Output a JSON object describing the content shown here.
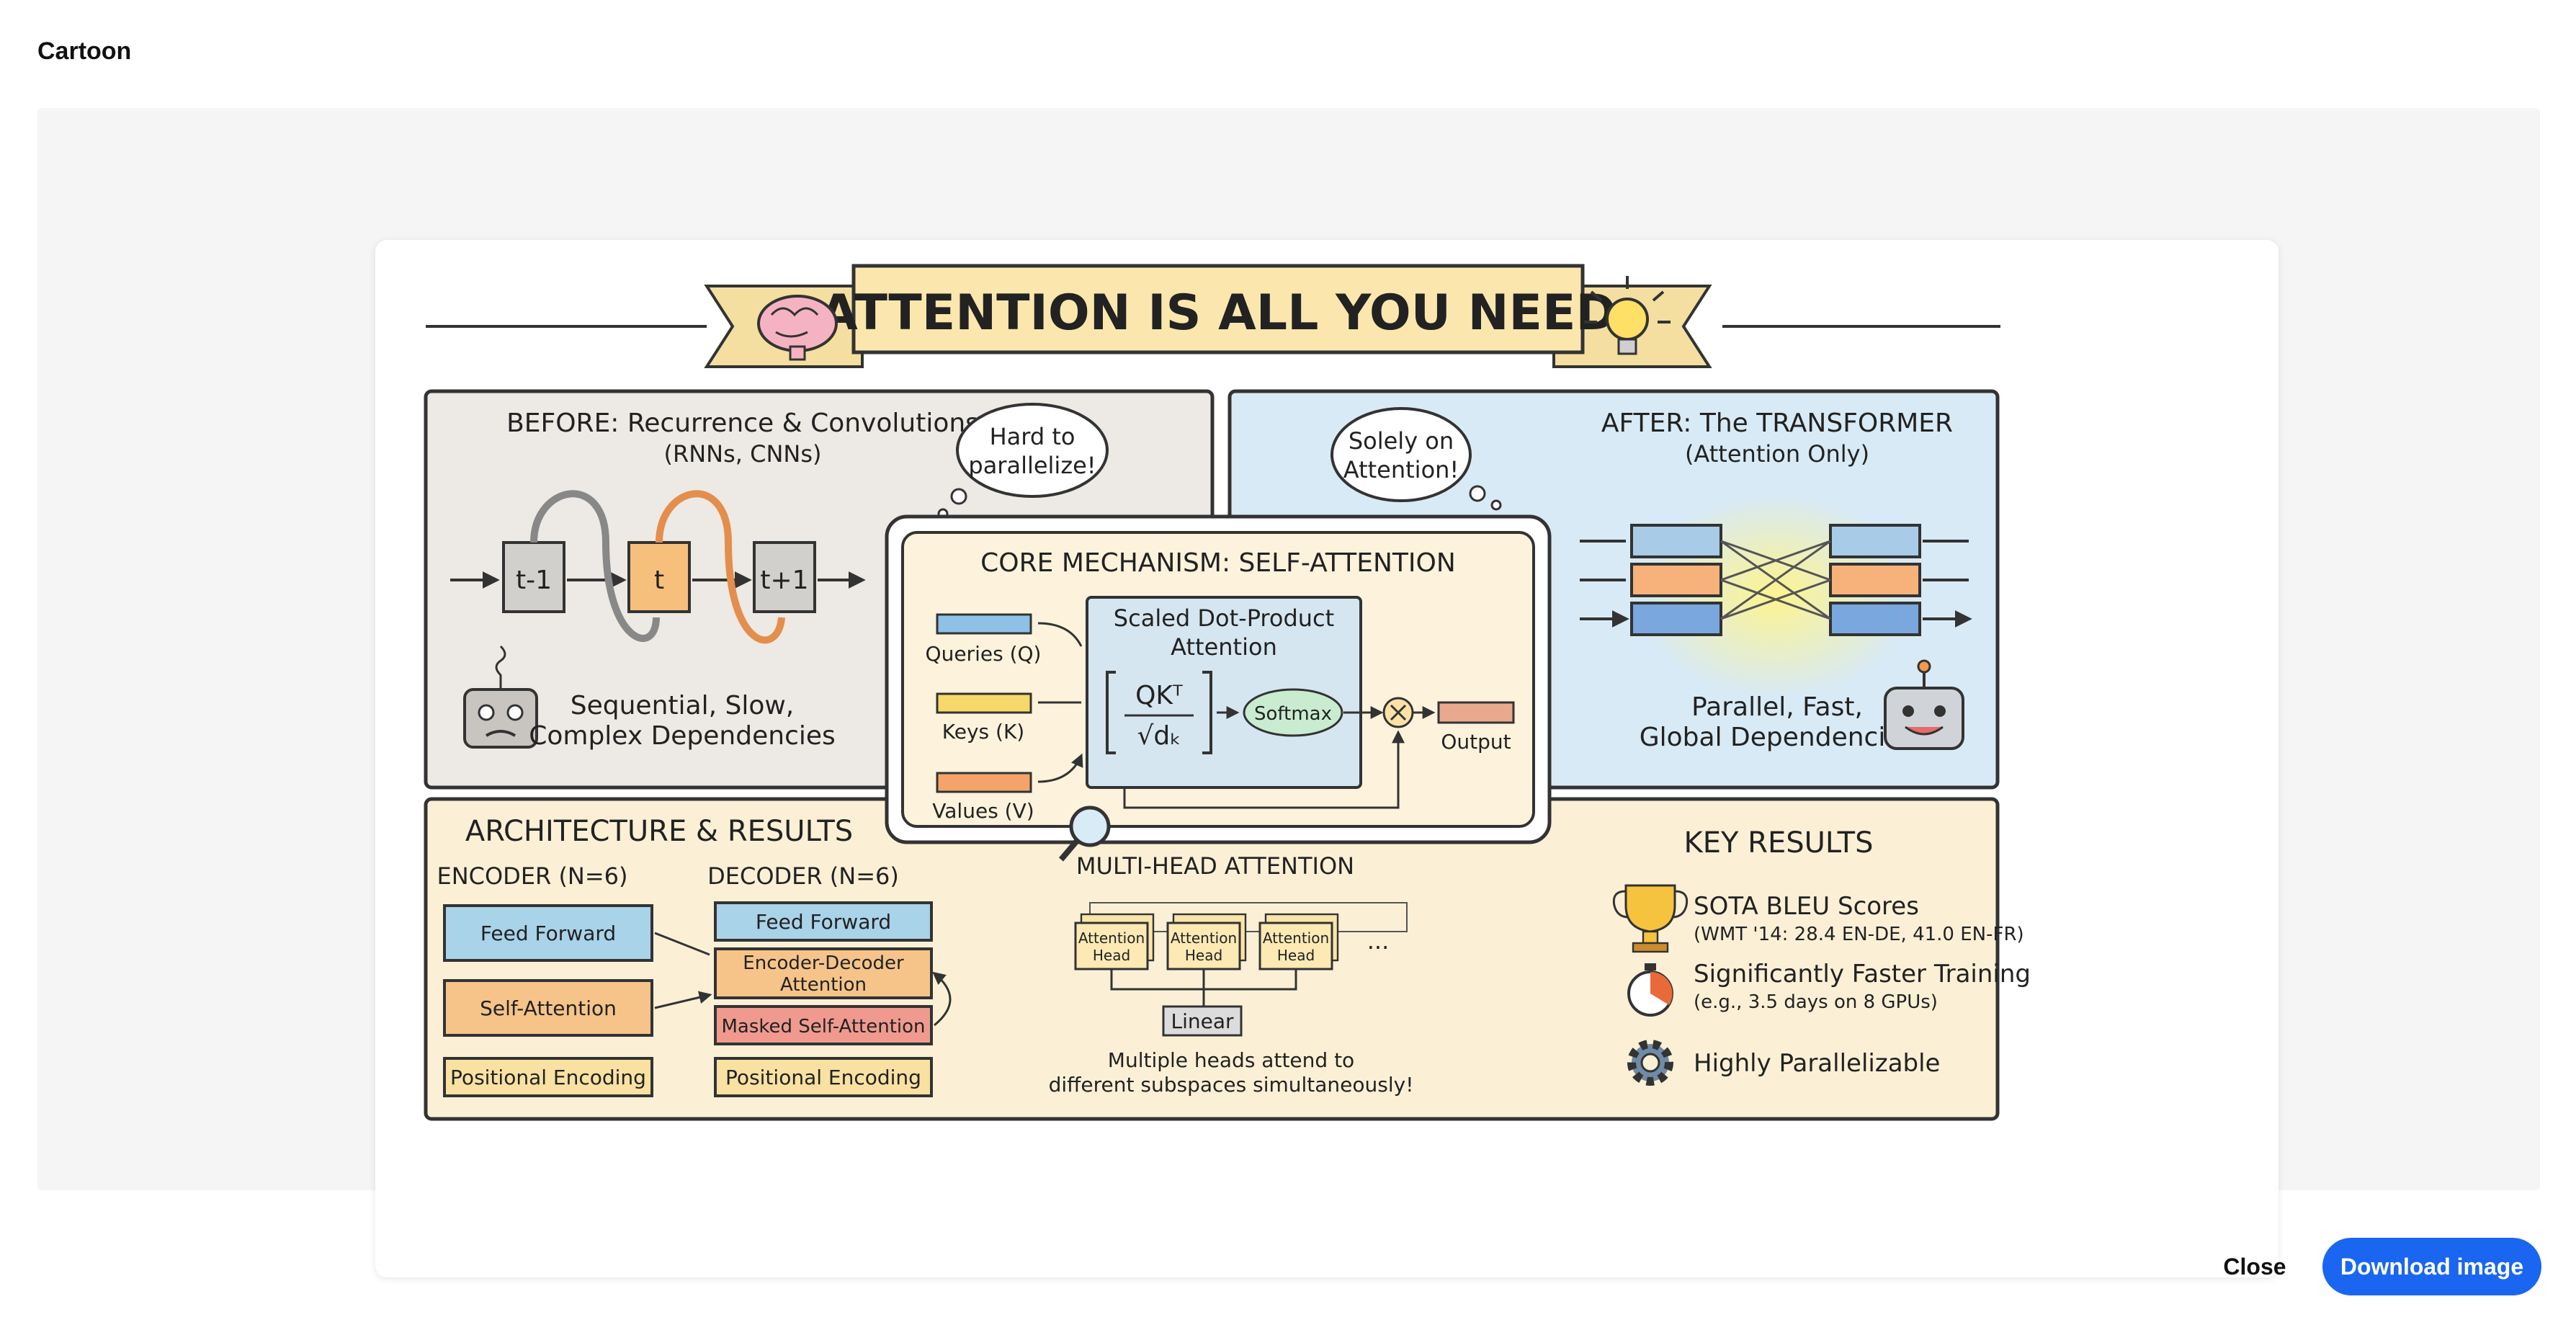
{
  "dialog": {
    "title": "Cartoon",
    "close_label": "Close",
    "download_label": "Download image"
  },
  "infographic": {
    "banner_title": "ATTENTION IS ALL YOU NEED",
    "before": {
      "heading": "BEFORE: Recurrence & Convolutions",
      "subheading": "(RNNs, CNNs)",
      "bubble_line1": "Hard to",
      "bubble_line2": "parallelize!",
      "step_prev": "t-1",
      "step_curr": "t",
      "step_next": "t+1",
      "caption_line1": "Sequential, Slow,",
      "caption_line2": "Complex Dependencies"
    },
    "after": {
      "heading": "AFTER: The TRANSFORMER",
      "subheading": "(Attention Only)",
      "bubble_line1": "Solely on",
      "bubble_line2": "Attention!",
      "caption_line1": "Parallel, Fast,",
      "caption_line2": "Global Dependencies"
    },
    "core": {
      "heading": "CORE MECHANISM: SELF-ATTENTION",
      "queries": "Queries (Q)",
      "keys": "Keys (K)",
      "values": "Values (V)",
      "sdpa_line1": "Scaled Dot-Product",
      "sdpa_line2": "Attention",
      "formula_num": "QKᵀ",
      "formula_den": "√dₖ",
      "softmax": "Softmax",
      "output": "Output"
    },
    "architecture": {
      "heading": "ARCHITECTURE & RESULTS",
      "encoder_label": "ENCODER (N=6)",
      "decoder_label": "DECODER (N=6)",
      "enc_feed_forward": "Feed Forward",
      "enc_self_attention": "Self-Attention",
      "enc_positional": "Positional Encoding",
      "dec_feed_forward": "Feed Forward",
      "dec_encdec_line1": "Encoder-Decoder",
      "dec_encdec_line2": "Attention",
      "dec_masked": "Masked Self-Attention",
      "dec_positional": "Positional Encoding"
    },
    "multihead": {
      "heading": "MULTI-HEAD ATTENTION",
      "head_line1": "Attention",
      "head_line2": "Head",
      "ellipsis": "...",
      "linear": "Linear",
      "caption_line1": "Multiple heads attend to",
      "caption_line2": "different subspaces simultaneously!"
    },
    "results": {
      "heading": "KEY RESULTS",
      "r1_title": "SOTA BLEU Scores",
      "r1_detail": "(WMT '14: 28.4 EN-DE, 41.0 EN-FR)",
      "r2_title": "Significantly Faster Training",
      "r2_detail": "(e.g., 3.5 days on 8 GPUs)",
      "r3_title": "Highly Parallelizable"
    }
  }
}
